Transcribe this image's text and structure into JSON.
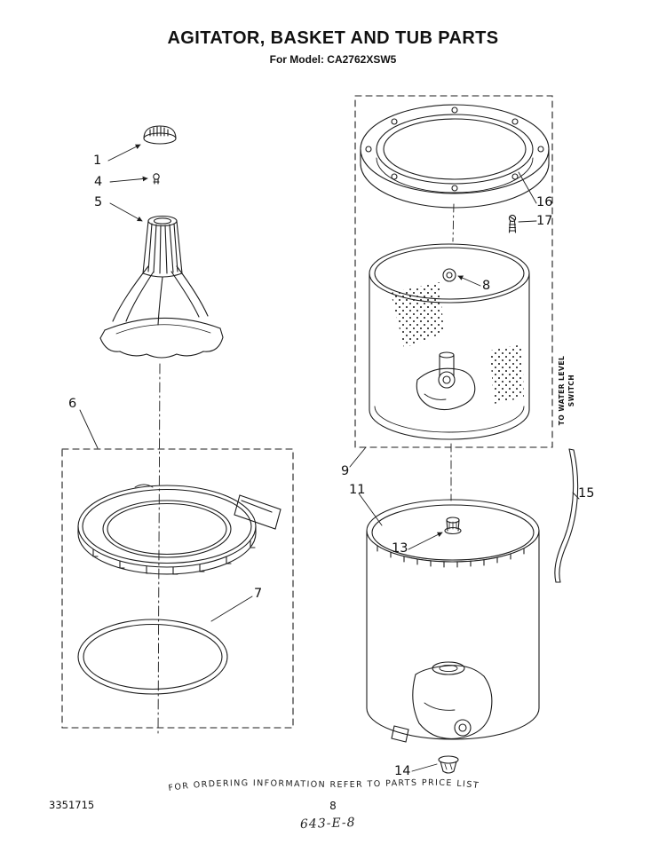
{
  "header": {
    "title": "AGITATOR, BASKET AND TUB PARTS",
    "model_line": "For Model:  CA2762XSW5"
  },
  "callouts": {
    "n1": "1",
    "n4": "4",
    "n5": "5",
    "n6": "6",
    "n7": "7",
    "n8": "8",
    "n9": "9",
    "n11": "11",
    "n13": "13",
    "n14": "14",
    "n15": "15",
    "n16": "16",
    "n17": "17"
  },
  "side_label": {
    "line1": "TO WATER LEVEL",
    "line2": "SWITCH"
  },
  "footer": {
    "ordering_note": "FOR ORDERING INFORMATION REFER TO PARTS PRICE LIST",
    "doc_number": "3351715",
    "page_number": "8",
    "plate_code": "643-E-8"
  },
  "colors": {
    "ink": "#1c1c1c",
    "paper": "#ffffff"
  }
}
